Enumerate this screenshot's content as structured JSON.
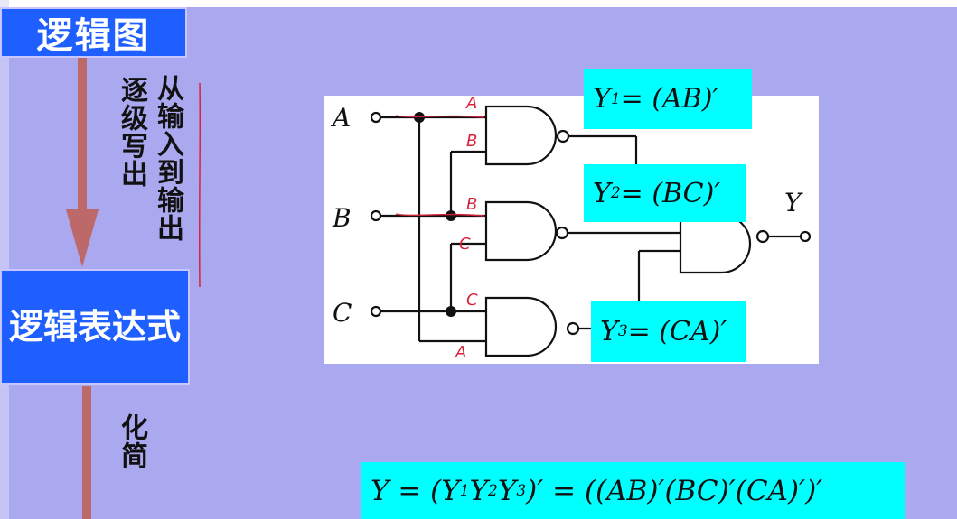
{
  "labels": {
    "logic_diagram": "逻辑图",
    "logic_expression": "逻辑表达式",
    "step_by_step": "逐级写出",
    "input_to_output": "从输入到输出",
    "simplify": "化简"
  },
  "circuit": {
    "input_a": "A",
    "input_b": "B",
    "input_c": "C",
    "output_y": "Y",
    "handwritten": [
      "A",
      "B",
      "B",
      "C",
      "C",
      "A"
    ]
  },
  "equations": {
    "y1": {
      "lhs": "Y",
      "sub": "1",
      "rhs": " = (AB)′"
    },
    "y2": {
      "lhs": "Y",
      "sub": "2",
      "rhs": " = (BC)′"
    },
    "y3": {
      "lhs": "Y",
      "sub": "3",
      "rhs": " = (CA)′"
    },
    "y_total": {
      "pre": "Y = (Y",
      "s1": "1",
      "m1": "Y",
      "s2": "2",
      "m2": "Y",
      "s3": "3",
      "post": ")′ = ((AB)′(BC)′(CA)′)′"
    }
  },
  "colors": {
    "background": "#aaa9f0",
    "box_blue": "#1f5fff",
    "arrow": "#bd6969",
    "highlight": "#00ffff",
    "annotation_red": "#d6223a"
  }
}
